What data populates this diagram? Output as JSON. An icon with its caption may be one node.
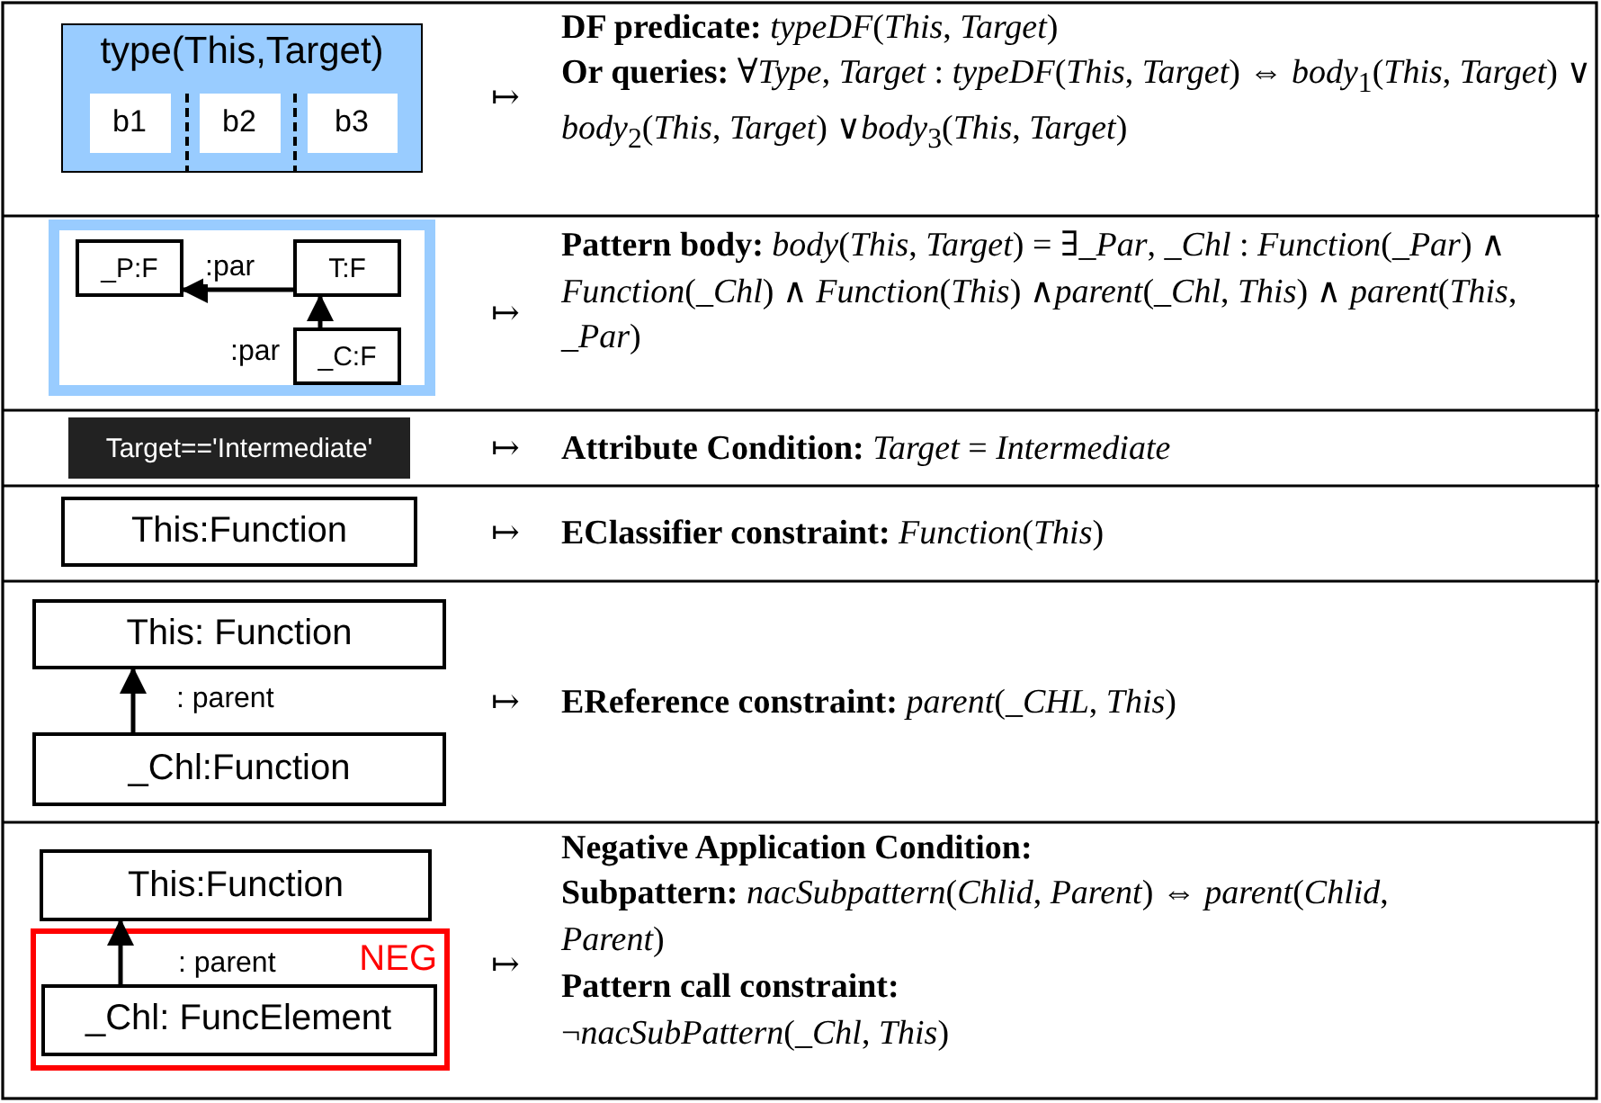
{
  "diagram": {
    "nodes": [
      {
        "text": [
          "type(This,Target)"
        ]
      },
      {
        "text": [
          "b1"
        ],
        "in": 0
      },
      {
        "text": [
          "b2"
        ],
        "in": 0
      },
      {
        "text": [
          "b3"
        ],
        "in": 0
      },
      {
        "text": [],
        "shape": "box"
      },
      {
        "text": [
          "_P:F"
        ],
        "in": 4
      },
      {
        "text": [
          "T:F"
        ],
        "in": 4
      },
      {
        "text": [
          "_C:F"
        ],
        "in": 4
      },
      {
        "text": [
          "Target=='Intermediate'"
        ]
      },
      {
        "text": [
          "This:Function"
        ]
      },
      {
        "text": [
          "This: Function"
        ]
      },
      {
        "text": [
          "_Chl:Function"
        ]
      },
      {
        "text": [
          "This:Function"
        ]
      },
      {
        "text": [
          "NEG"
        ]
      },
      {
        "text": [
          "_Chl: FuncElement"
        ],
        "in": 13
      }
    ],
    "edges": [
      {
        "from": 6,
        "to": 5,
        "arrow": "to",
        "label": ":par"
      },
      {
        "from": 7,
        "to": 6,
        "arrow": "to",
        "label": ":par"
      },
      {
        "from": 11,
        "to": 10,
        "arrow": "to",
        "label": ": parent"
      },
      {
        "from": 14,
        "to": 12,
        "arrow": "to",
        "label": ": parent"
      }
    ],
    "labels": [
      "↦",
      "**DF predicate:** *typeDF*(*This*, *Target*)",
      "**Or queries:** ∀*Type*, *Target* : *typeDF*(*This*, *Target*) ⇔ *body*$_{1}$(*This*, *Target*) ∨ *body*$_{2}$(*This*, *Target*) ∨*body*$_{3}$(*This*, *Target*)",
      "↦",
      "**Pattern body:** *body*(*This*, *Target*) = ∃*_Par*, *_Chl* : *Function*(*_Par*) ∧ *Function*(*_Chl*) ∧ *Function*(*This*) ∧*parent*(*_Chl*, *This*) ∧ *parent*(*This*, *_Par*)",
      "↦",
      "**Attribute Condition:** *Target* = *Intermediate*",
      "↦",
      "**EClassifier constraint:** *Function*(*This*)",
      "↦",
      "**EReference constraint:** *parent*(*_CHL*, *This*)",
      "↦",
      "Negative Application Condition:",
      "**Subpattern:** *nacSubpattern*(*Chlid*, *Parent*) ⇔ *parent*(*Chlid*, *Parent*)",
      "**Pattern call constraint:** ¬*nacSubPattern*(*_Chl*, *This*)"
    ]
  }
}
